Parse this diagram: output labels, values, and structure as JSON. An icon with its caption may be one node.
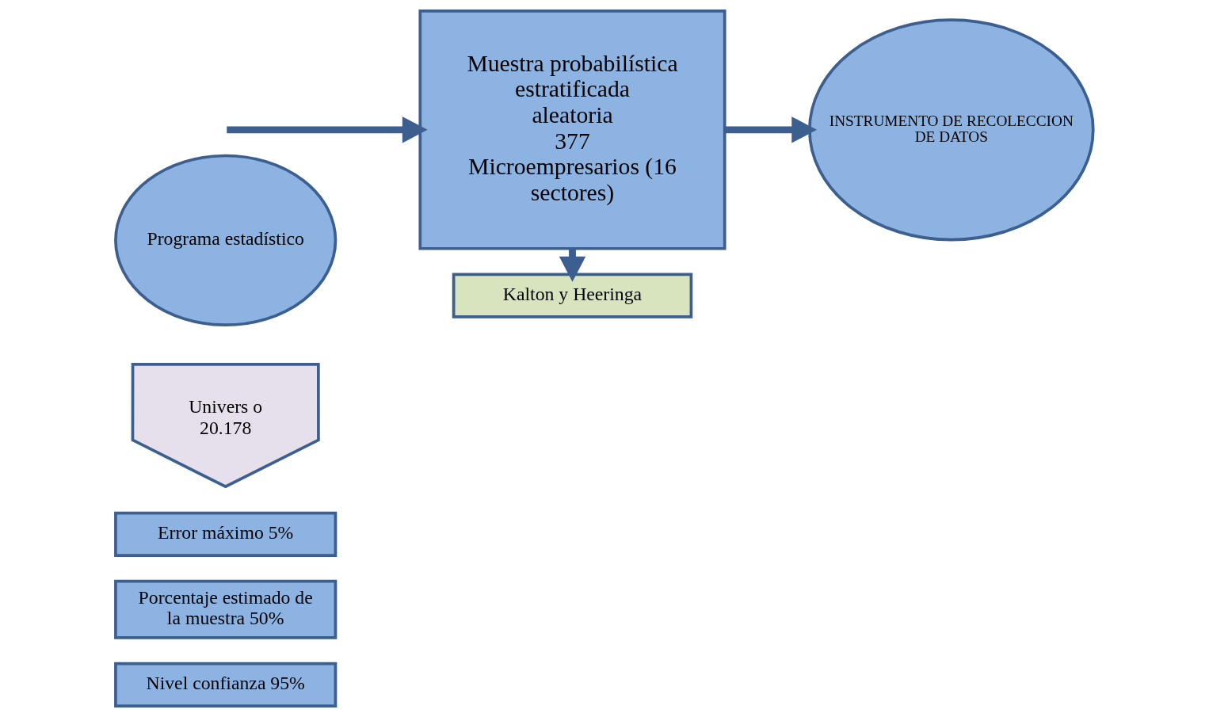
{
  "diagram": {
    "nodes": [
      {
        "text": [
          "Programa estadístico"
        ]
      },
      {
        "text": [
          "Univers o",
          "20.178"
        ]
      },
      {
        "text": [
          "Error máximo 5%"
        ]
      },
      {
        "text": [
          "Porcentaje estimado de la muestra 50%"
        ]
      },
      {
        "text": [
          "Nivel confianza 95%"
        ]
      },
      {
        "text": [
          "Muestra probabilística estratificada aleatoria",
          "377",
          "Microempresarios (16 sectores)"
        ]
      },
      {
        "text": [
          "INSTRUMENTO DE RECOLECCION DE DATOS"
        ]
      },
      {
        "text": [
          "Kalton y Heeringa"
        ]
      }
    ],
    "edges": [
      {
        "from": null,
        "to": 5,
        "arrow": "to"
      },
      {
        "from": 5,
        "to": 6,
        "arrow": "to"
      },
      {
        "from": 5,
        "to": 7,
        "arrow": "to"
      }
    ]
  }
}
